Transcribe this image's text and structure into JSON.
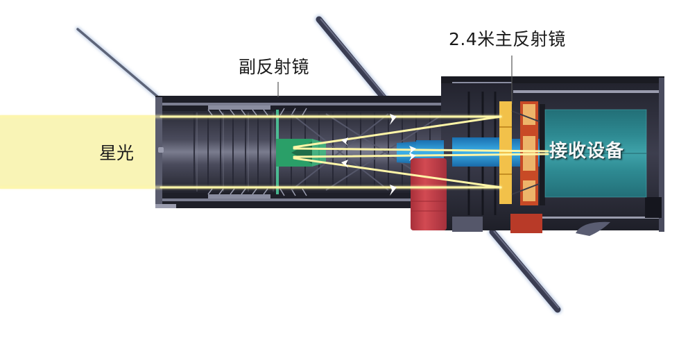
{
  "diagram": {
    "title": "Hubble Space Telescope optical path cross-section",
    "labels": {
      "primary_mirror": "2.4米主反射镜",
      "secondary_mirror": "副反射镜",
      "starlight": "星光",
      "receiver": "接收设备"
    },
    "components": [
      {
        "id": "starlight-beam",
        "color": "#f9f4b4"
      },
      {
        "id": "front-tube",
        "color": "#3a3b4a"
      },
      {
        "id": "secondary-mirror",
        "color": "#2fa06c"
      },
      {
        "id": "primary-mirror",
        "color": "#f2c04a"
      },
      {
        "id": "baffle-tube",
        "color": "#2a8ac4"
      },
      {
        "id": "red-module",
        "color": "#c8484c"
      },
      {
        "id": "instrument-bay",
        "color": "#2c2d3a"
      },
      {
        "id": "receiver-box",
        "color": "#2e8c93"
      },
      {
        "id": "focus-assembly",
        "color": "#c84a26"
      }
    ],
    "light_rays_color": "#fff8b0"
  }
}
